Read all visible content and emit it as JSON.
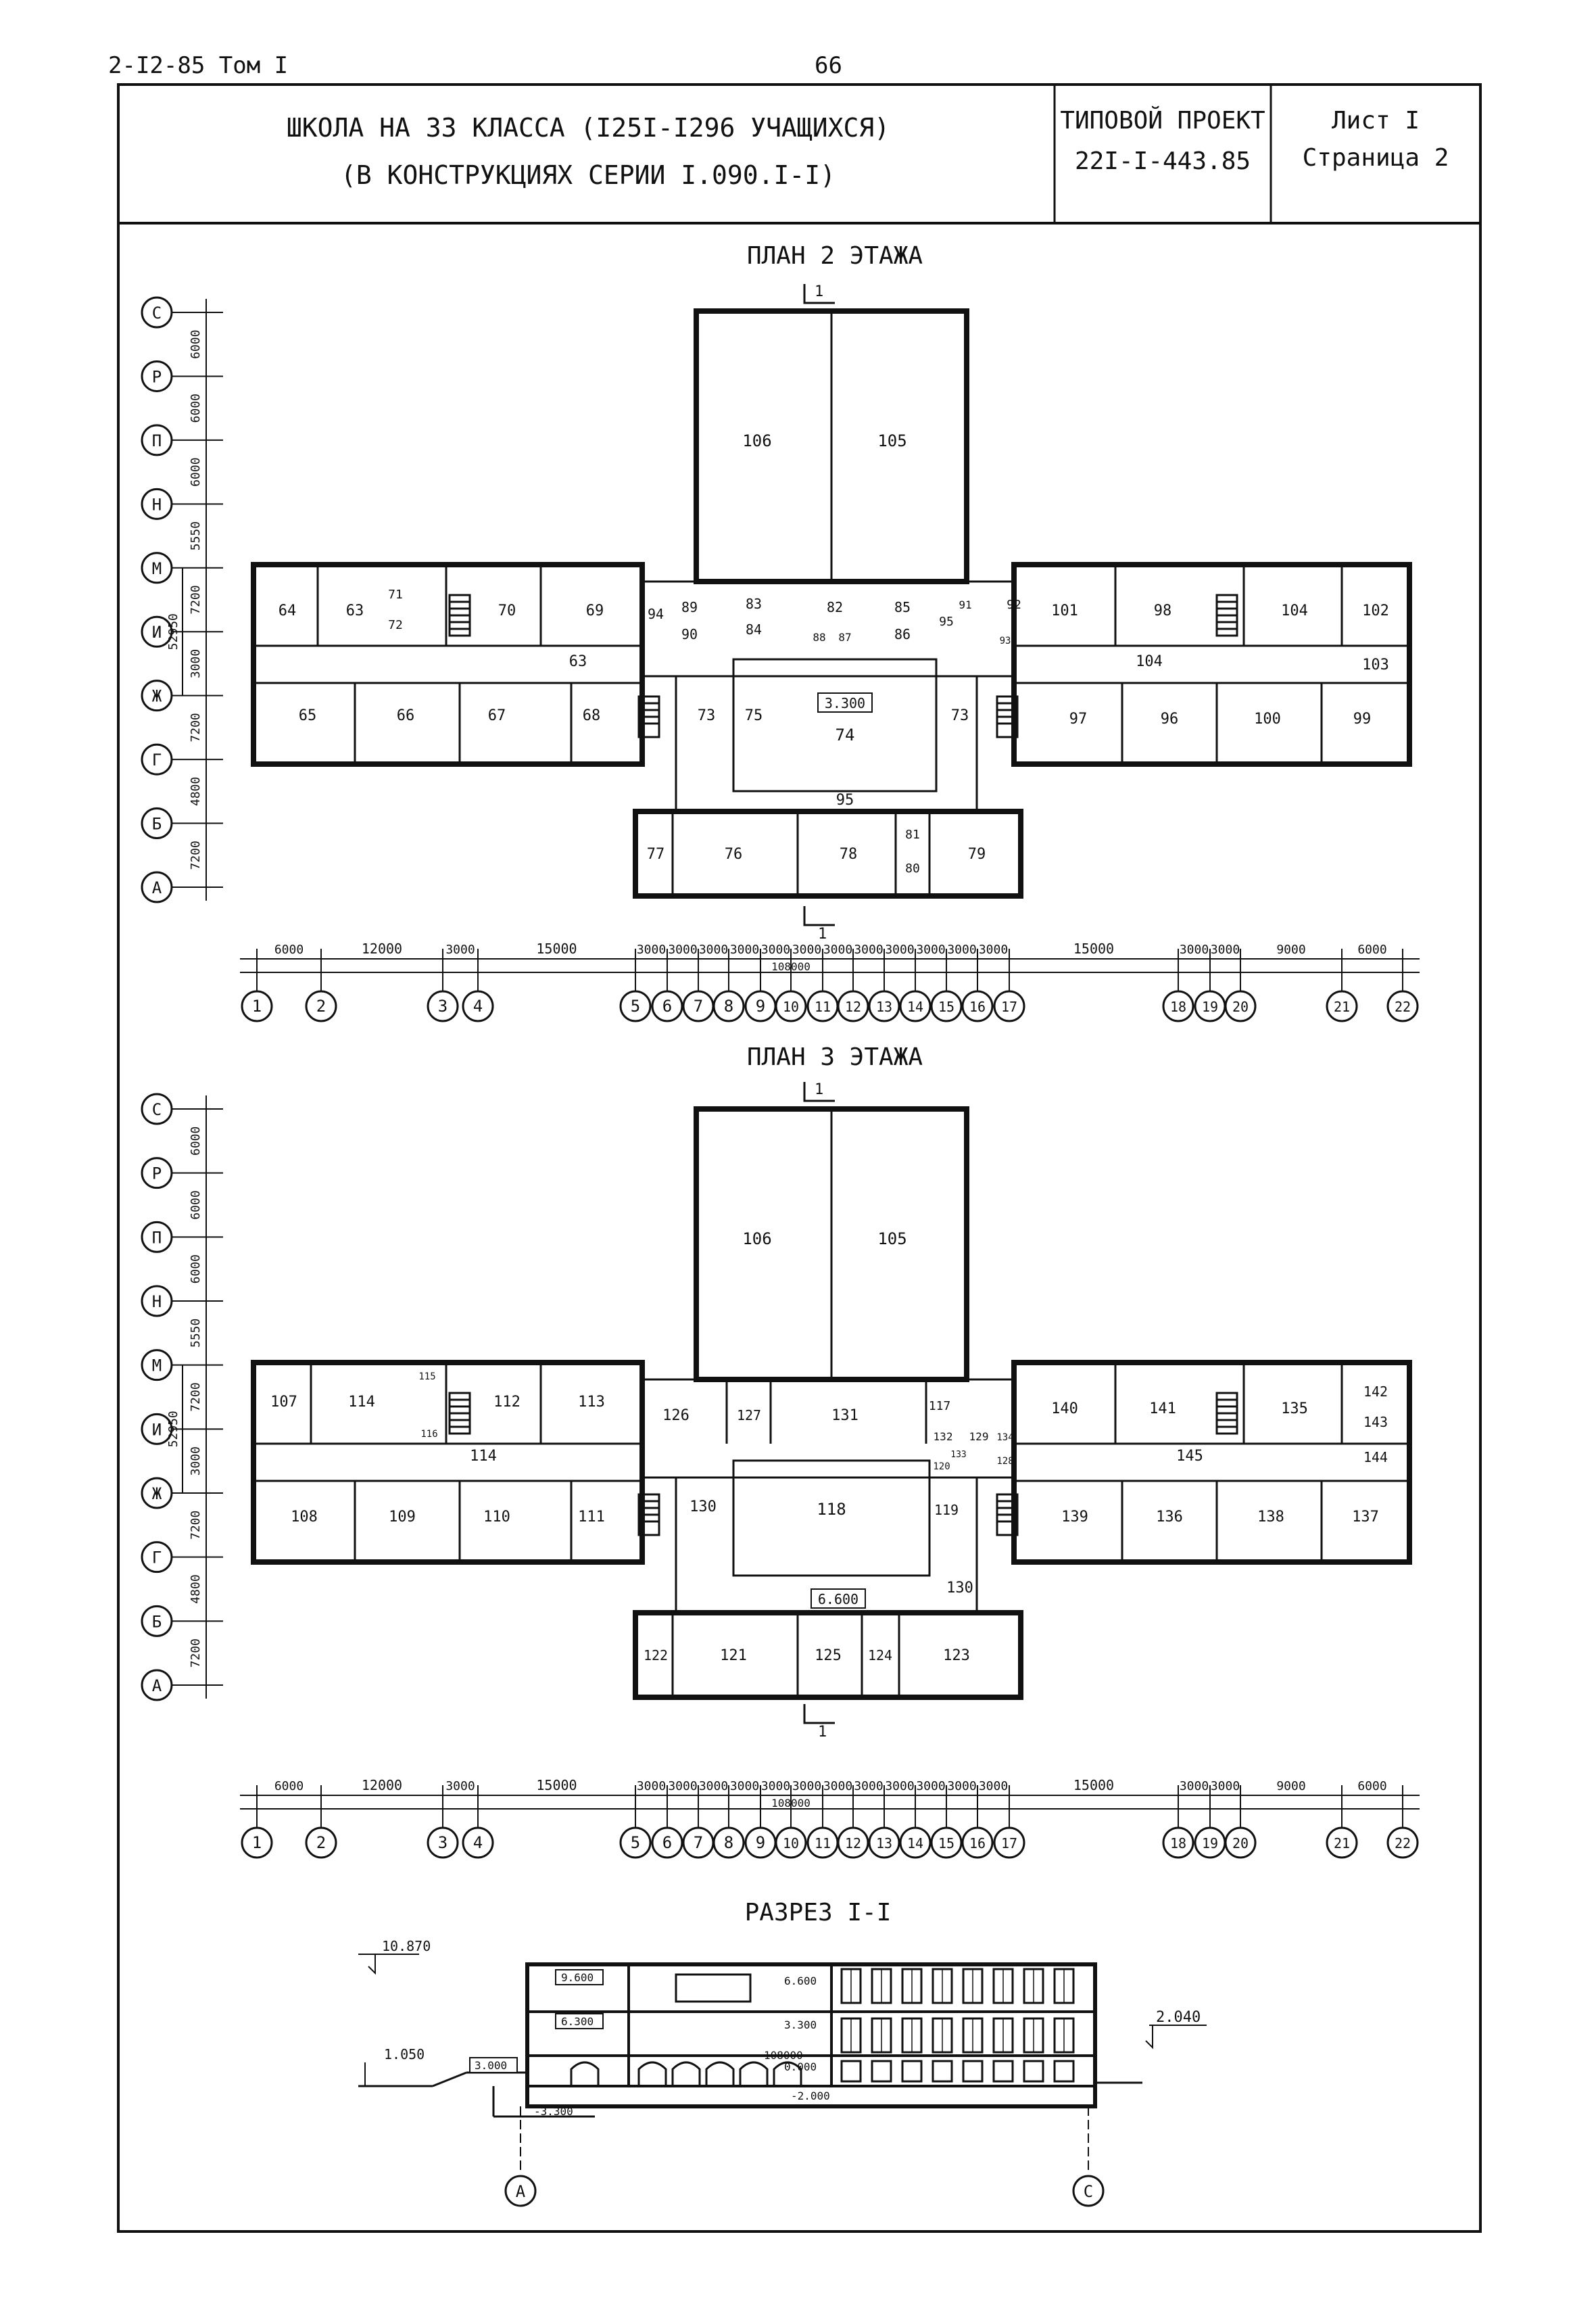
{
  "top_left": "2-I2-85 Том I",
  "page_number": "66",
  "title_block": {
    "line1": "ШКОЛА НА 33 КЛАССА (I25I-I296 УЧАЩИХСЯ)",
    "line2": "(В КОНСТРУКЦИЯХ СЕРИИ I.090.I-I)",
    "project_label": "ТИПОВОЙ ПРОЕКТ",
    "project_code": "22I-I-443.85",
    "sheet_label": "Лист I",
    "page_label": "Страница 2"
  },
  "plan2": {
    "title": "ПЛАН 2 ЭТАЖА",
    "level": "3.300",
    "section_mark": "1",
    "room_labels": {
      "gym_left": "106",
      "gym_right": "105",
      "r64": "64",
      "r63a": "63",
      "r70": "70",
      "r69": "69",
      "r94": "94",
      "r89": "89",
      "r90": "90",
      "r83": "83",
      "r84": "84",
      "r82": "82",
      "r85": "85",
      "r86": "86",
      "r91": "91",
      "r92": "92",
      "r95a": "95",
      "r93": "93",
      "r101": "101",
      "r98": "98",
      "r104a": "104",
      "r102": "102",
      "r71": "71",
      "r72": "72",
      "r88": "88",
      "r87": "87",
      "corr63": "63",
      "corr104": "104",
      "r103": "103",
      "r65": "65",
      "r66": "66",
      "r67": "67",
      "r68": "68",
      "r73a": "73",
      "r75": "75",
      "r74": "74",
      "r73b": "73",
      "r97": "97",
      "r96": "96",
      "r100": "100",
      "r99": "99",
      "r95b": "95",
      "r77": "77",
      "r76": "76",
      "r78": "78",
      "r81": "81",
      "r80": "80",
      "r79": "79"
    }
  },
  "plan3": {
    "title": "ПЛАН 3 ЭТАЖА",
    "level": "6.600",
    "section_mark": "1",
    "room_labels": {
      "gym_left": "106",
      "gym_right": "105",
      "r107": "107",
      "r114a": "114",
      "r115": "115",
      "r116": "116",
      "r112": "112",
      "r113": "113",
      "r126": "126",
      "r127": "127",
      "r131": "131",
      "r117": "117",
      "r132": "132",
      "r129": "129",
      "r134": "134",
      "r133": "133",
      "r128": "128",
      "r120": "120",
      "r140": "140",
      "r141": "141",
      "r135": "135",
      "r142": "142",
      "r143": "143",
      "r144": "144",
      "corr114": "114",
      "corr145": "145",
      "r108": "108",
      "r109": "109",
      "r110": "110",
      "r111": "111",
      "r130a": "130",
      "r118": "118",
      "r119": "119",
      "r139": "139",
      "r136": "136",
      "r138": "138",
      "r137": "137",
      "r130b": "130",
      "r122": "122",
      "r121": "121",
      "r125": "125",
      "r124": "124",
      "r123": "123"
    }
  },
  "axes_letters": [
    "С",
    "Р",
    "П",
    "Н",
    "М",
    "И",
    "Ж",
    "Г",
    "Б",
    "А"
  ],
  "axes_dims": [
    "6000",
    "6000",
    "6000",
    "5550",
    "7200",
    "3000",
    "7200",
    "4800",
    "7200"
  ],
  "axes_total": "52950",
  "axes_numbers": [
    "1",
    "2",
    "3",
    "4",
    "5",
    "6",
    "7",
    "8",
    "9",
    "10",
    "11",
    "12",
    "13",
    "14",
    "15",
    "16",
    "17",
    "18",
    "19",
    "20",
    "21",
    "22"
  ],
  "dims_bottom": [
    "6000",
    "12000",
    "3000",
    "15000",
    "3000",
    "3000",
    "3000",
    "3000",
    "3000",
    "3000",
    "3000",
    "3000",
    "3000",
    "3000",
    "3000",
    "3000",
    "15000",
    "3000",
    "3000",
    "9000",
    "6000"
  ],
  "dims_total": "108000",
  "section": {
    "title": "РАЗРЕЗ I-I",
    "elev_top": "10.870",
    "elev_right": "2.040",
    "elev_left": "1.050",
    "elev_9600": "9.600",
    "elev_6300": "6.300",
    "elev_3000": "3.000",
    "elev_neg3300": "-3.300",
    "elev_6600": "6.600",
    "elev_3300": "3.300",
    "elev_0000": "0.000",
    "elev_neg2000": "-2.000",
    "dim": "108000",
    "axis_a": "А",
    "axis_c": "С"
  }
}
